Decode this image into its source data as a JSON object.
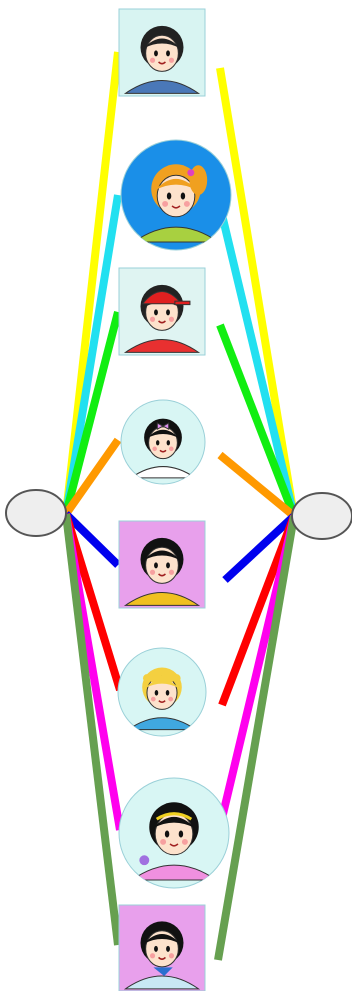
{
  "diagram": {
    "connector_colors": [
      "#ffff00",
      "#22e0f0",
      "#11ee11",
      "#ff9900",
      "#0000ee",
      "#ff0000",
      "#ff00ee",
      "#66a050"
    ],
    "portraits": [
      {
        "icon": "man-blue-shirt-icon",
        "frame": "square",
        "bg": "#d8f4f2"
      },
      {
        "icon": "girl-orange-ponytail-icon",
        "frame": "circle",
        "bg": "#1a8fe8"
      },
      {
        "icon": "boy-red-cap-icon",
        "frame": "square",
        "bg": "#dff4f2"
      },
      {
        "icon": "girl-purple-bow-icon",
        "frame": "circle",
        "bg": "#d8f6f4"
      },
      {
        "icon": "girl-yellow-overalls-icon",
        "frame": "square",
        "bg": "#e8a0ec"
      },
      {
        "icon": "boy-curly-blond-icon",
        "frame": "circle",
        "bg": "#d8f6f4"
      },
      {
        "icon": "girl-headband-flower-icon",
        "frame": "circle",
        "bg": "#d8f6f4"
      },
      {
        "icon": "woman-blue-scarf-icon",
        "frame": "square",
        "bg": "#e8a0ec"
      }
    ],
    "left_node_color": "#eeeeee",
    "right_node_color": "#eeeeee"
  }
}
